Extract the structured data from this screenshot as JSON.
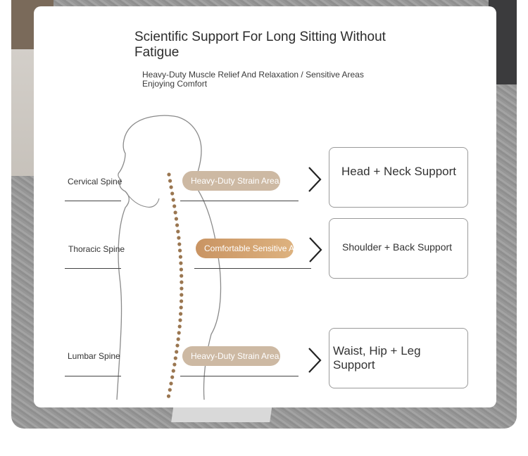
{
  "header": {
    "title": "Scientific Support For Long Sitting Without Fatigue",
    "subtitle": "Heavy-Duty Muscle Relief And Relaxation / Sensitive Areas Enjoying Comfort"
  },
  "rows": [
    {
      "spine_label": "Cervical Spine",
      "area_label": "Heavy-Duty Strain Area",
      "support_label": "Head + Neck Support"
    },
    {
      "spine_label": "Thoracic Spine",
      "area_label": "Comfortable Sensitive Areas",
      "support_label": "Shoulder + Back Support"
    },
    {
      "spine_label": "Lumbar Spine",
      "area_label": "Heavy-Duty Strain Area",
      "support_label": "Waist, Hip + Leg Support"
    }
  ],
  "colors": {
    "strain_pill": "#cdb9a3",
    "comfort_pill": "#d0a06d",
    "spine_dots": "#9a7650"
  },
  "icons": [
    "human-silhouette-icon",
    "chevron-right-icon"
  ]
}
